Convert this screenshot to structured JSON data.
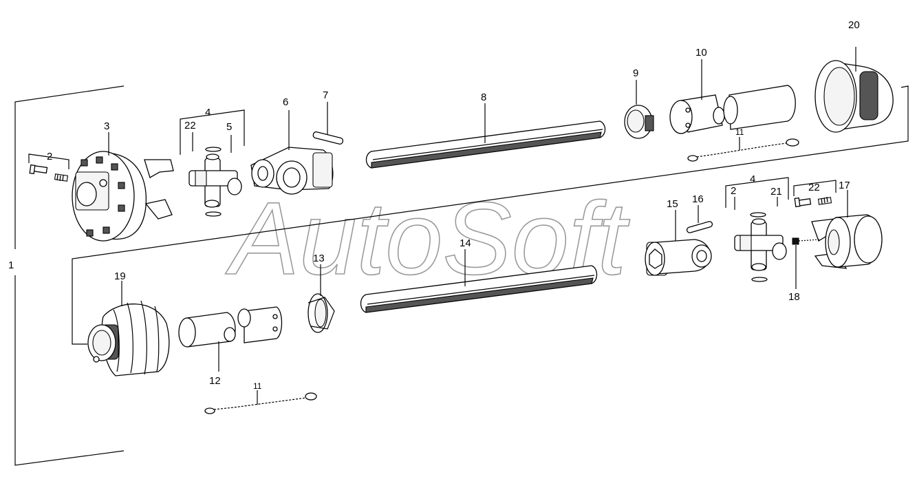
{
  "diagram": {
    "watermark": "AutoSoft",
    "labels": {
      "assembly": "1",
      "bolts_top": "2",
      "yoke_flange": "3",
      "cross_kit_top": "4",
      "cross_kit_top_circlip": "22",
      "cross_top": "5",
      "inner_yoke_top": "6",
      "spring_pin_top": "7",
      "shaft_top": "8",
      "clamp_top": "9",
      "guard_tubes_top": "10",
      "chain_top": "11",
      "guard_tubes_bottom": "12",
      "clamp_bottom": "13",
      "shaft_bottom": "14",
      "inner_yoke_bottom": "15",
      "spring_pin_bottom": "16",
      "outer_yoke_bottom": "17",
      "grease_nipple": "18",
      "cone_bottom": "19",
      "cone_top": "20",
      "cross_kit_bottom_bolts": "2",
      "cross_kit_bottom": "4",
      "cross_bottom": "21",
      "bolts_bottom": "22",
      "chain_bottom": "11"
    }
  }
}
